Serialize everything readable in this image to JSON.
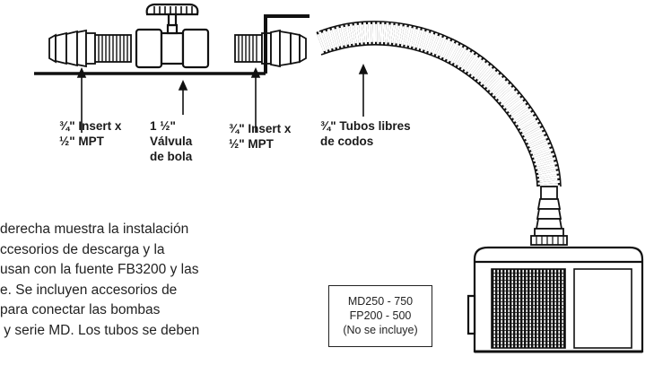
{
  "labels": {
    "insert_left": [
      "¾\" Insert x",
      "½\" MPT"
    ],
    "valve": [
      "1 ½\"",
      "Válvula",
      "de bola"
    ],
    "insert_right": [
      "¾\" Insert x",
      "½\" MPT"
    ],
    "tubing": [
      "¾\" Tubos libres",
      "de codos"
    ]
  },
  "body_text": [
    "derecha muestra la instalación",
    "ccesorios de descarga y la",
    "usan con la fuente FB3200 y las",
    "e. Se incluyen accesorios de",
    "para conectar las bombas",
    " y serie MD. Los tubos se deben"
  ],
  "models_box": [
    "MD250 - 750",
    "FP200 - 500",
    "(No se incluye)"
  ]
}
